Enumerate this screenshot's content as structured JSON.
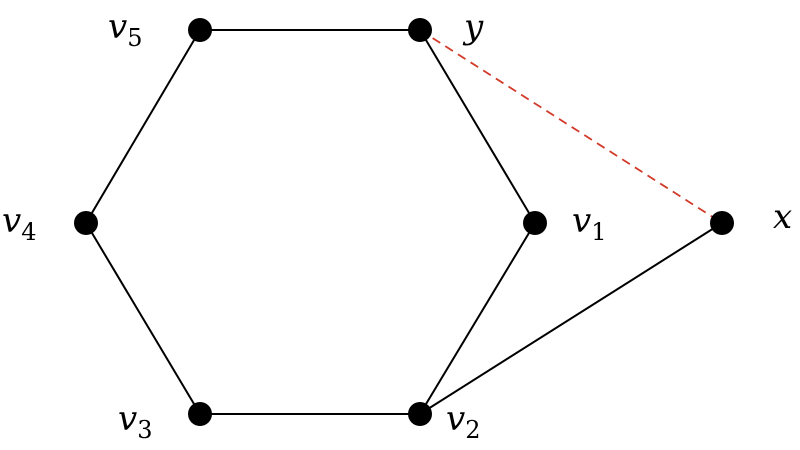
{
  "diagram": {
    "vertices": [
      {
        "id": "v5",
        "label": "v",
        "sub": "5"
      },
      {
        "id": "y",
        "label": "y",
        "sub": ""
      },
      {
        "id": "v4",
        "label": "v",
        "sub": "4"
      },
      {
        "id": "v1",
        "label": "v",
        "sub": "1"
      },
      {
        "id": "x",
        "label": "x",
        "sub": ""
      },
      {
        "id": "v3",
        "label": "v",
        "sub": "3"
      },
      {
        "id": "v2",
        "label": "v",
        "sub": "2"
      }
    ],
    "edges": [
      {
        "from": "v5",
        "to": "y",
        "style": "solid"
      },
      {
        "from": "y",
        "to": "v1",
        "style": "solid"
      },
      {
        "from": "v1",
        "to": "v2",
        "style": "solid"
      },
      {
        "from": "v2",
        "to": "v3",
        "style": "solid"
      },
      {
        "from": "v3",
        "to": "v4",
        "style": "solid"
      },
      {
        "from": "v4",
        "to": "v5",
        "style": "solid"
      },
      {
        "from": "v2",
        "to": "x",
        "style": "solid"
      },
      {
        "from": "y",
        "to": "x",
        "style": "dashed"
      }
    ],
    "colors": {
      "vertex": "#000000",
      "edge": "#000000",
      "dashed_edge": "#d23a2a"
    }
  }
}
